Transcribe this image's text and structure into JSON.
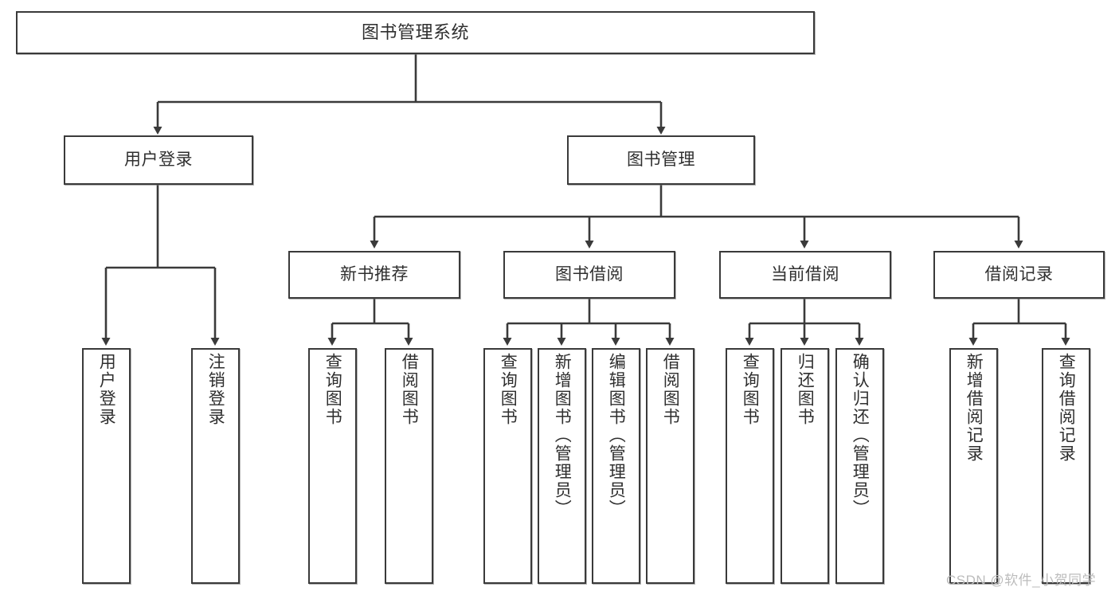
{
  "diagram": {
    "type": "tree",
    "title": "图书管理系统",
    "watermark": "CSDN @软件_小贺同学",
    "colors": {
      "box_border": "#3a3a3a",
      "box_fill": "#ffffff",
      "connector": "#3a3a3a",
      "text": "#2f2f2f",
      "watermark": "#bcbcbc",
      "background": "#ffffff"
    },
    "levels": {
      "level1": [
        {
          "id": "root",
          "label": "图书管理系统"
        }
      ],
      "level2": [
        {
          "id": "user-login",
          "label": "用户登录"
        },
        {
          "id": "book-manage",
          "label": "图书管理"
        }
      ],
      "level3": [
        {
          "id": "new-book-rec",
          "label": "新书推荐",
          "parent": "book-manage"
        },
        {
          "id": "book-borrow",
          "label": "图书借阅",
          "parent": "book-manage"
        },
        {
          "id": "current-borrow",
          "label": "当前借阅",
          "parent": "book-manage"
        },
        {
          "id": "borrow-record",
          "label": "借阅记录",
          "parent": "book-manage"
        }
      ],
      "level4": [
        {
          "id": "leaf-user-login",
          "label": "用户登录",
          "parent": "user-login"
        },
        {
          "id": "leaf-logout",
          "label": "注销登录",
          "parent": "user-login"
        },
        {
          "id": "leaf-query-book-1",
          "label": "查询图书",
          "parent": "new-book-rec"
        },
        {
          "id": "leaf-borrow-book-1",
          "label": "借阅图书",
          "parent": "new-book-rec"
        },
        {
          "id": "leaf-query-book-2",
          "label": "查询图书",
          "parent": "book-borrow"
        },
        {
          "id": "leaf-add-book",
          "label": "新增图书（管理员）",
          "parent": "book-borrow"
        },
        {
          "id": "leaf-edit-book",
          "label": "编辑图书（管理员）",
          "parent": "book-borrow"
        },
        {
          "id": "leaf-borrow-book-2",
          "label": "借阅图书",
          "parent": "book-borrow"
        },
        {
          "id": "leaf-query-book-3",
          "label": "查询图书",
          "parent": "current-borrow"
        },
        {
          "id": "leaf-return-book",
          "label": "归还图书",
          "parent": "current-borrow"
        },
        {
          "id": "leaf-confirm-return",
          "label": "确认归还（管理员）",
          "parent": "current-borrow"
        },
        {
          "id": "leaf-add-record",
          "label": "新增借阅记录",
          "parent": "borrow-record"
        },
        {
          "id": "leaf-query-record",
          "label": "查询借阅记录",
          "parent": "borrow-record"
        }
      ]
    }
  }
}
